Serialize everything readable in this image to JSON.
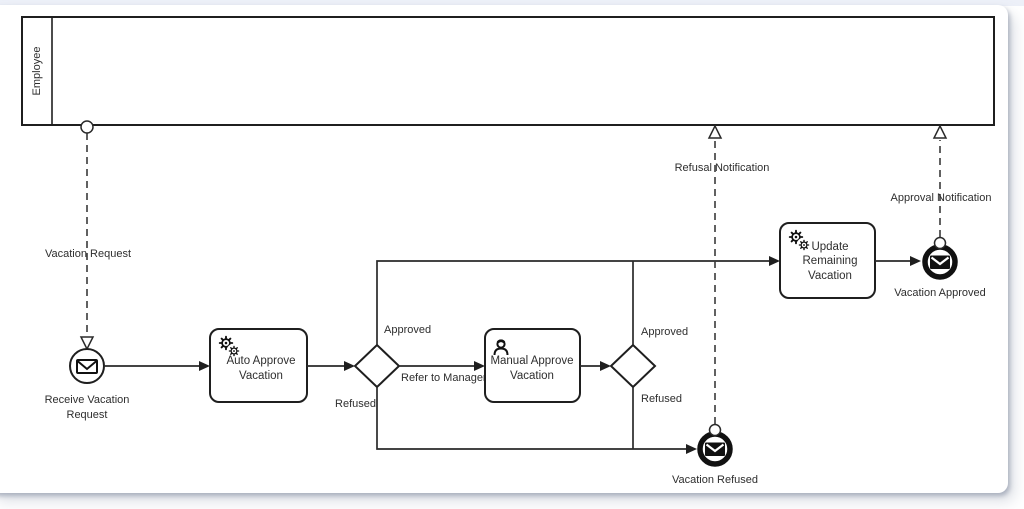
{
  "diagram": {
    "lane": {
      "label": "Employee"
    },
    "events": {
      "start": {
        "label_line1": "Receive Vacation",
        "label_line2": "Request"
      },
      "end_approved": {
        "label": "Vacation Approved"
      },
      "end_refused": {
        "label": "Vacation Refused"
      }
    },
    "tasks": {
      "auto_approve": {
        "line1": "Auto Approve",
        "line2": "Vacation"
      },
      "manual_approve": {
        "line1": "Manual Approve",
        "line2": "Vacation"
      },
      "update_remaining": {
        "line1": "Update",
        "line2": "Remaining",
        "line3": "Vacation"
      }
    },
    "flow_labels": {
      "approved_1": "Approved",
      "refused_1": "Refused",
      "refer_to_manager": "Refer to Manager",
      "approved_2": "Approved",
      "refused_2": "Refused"
    },
    "message_labels": {
      "vacation_request": "Vacation Request",
      "refusal_notification": "Refusal Notification",
      "approval_notification": "Approval Notification"
    },
    "icons": {
      "service_task": "gears-icon",
      "user_task": "person-icon",
      "message_event": "envelope-icon"
    },
    "colors": {
      "stroke": "#1f1f1f",
      "text": "#2e2e2e",
      "background": "#ffffff",
      "top_strip": "#edf0f8"
    }
  }
}
